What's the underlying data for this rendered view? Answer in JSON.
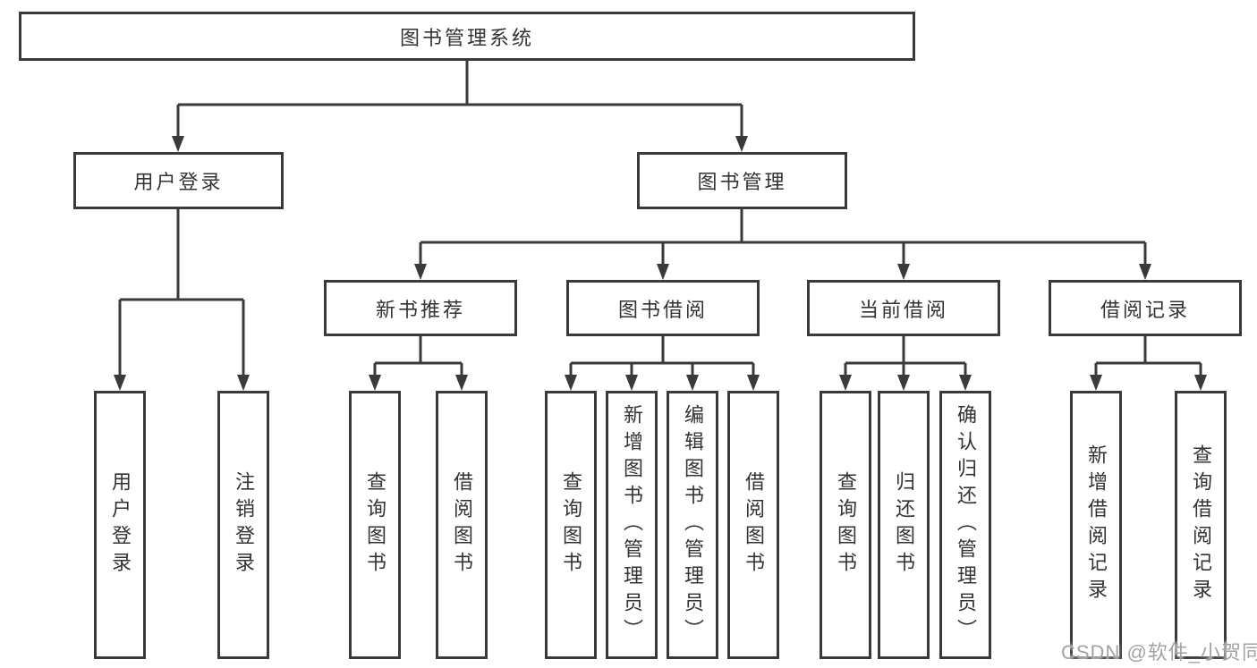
{
  "title": {
    "label": "图书管理系统"
  },
  "nodes": {
    "user_login": {
      "label": "用户登录"
    },
    "book_mgmt": {
      "label": "图书管理"
    },
    "new_book": {
      "label": "新书推荐"
    },
    "book_borrow": {
      "label": "图书借阅"
    },
    "current_borrow": {
      "label": "当前借阅"
    },
    "borrow_record": {
      "label": "借阅记录"
    }
  },
  "leaves": {
    "user_login": [
      "用户登录",
      "注销登录"
    ],
    "new_book": [
      "查询图书",
      "借阅图书"
    ],
    "book_borrow": [
      "查询图书",
      "新增图书（管理员）",
      "编辑图书（管理员）",
      "借阅图书"
    ],
    "current_borrow": [
      "查询图书",
      "归还图书",
      "确认归还（管理员）"
    ],
    "borrow_record": [
      "新增借阅记录",
      "查询借阅记录"
    ]
  },
  "watermark": "CSDN @软件_小贺同学",
  "colors": {
    "line": "#3a3a3a",
    "box_border": "#3a3a3a",
    "box_fill": "#ffffff",
    "text": "#333333",
    "background": "#ffffff",
    "watermark": "#a3a3a3"
  }
}
